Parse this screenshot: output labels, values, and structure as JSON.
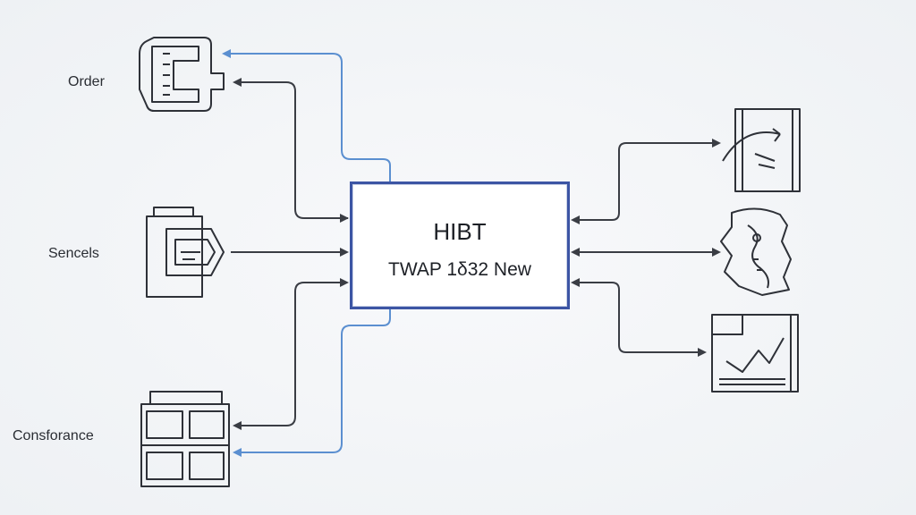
{
  "central_node": {
    "title": "HIBT",
    "subtitle": "TWAP 1δ32 New"
  },
  "left_nodes": [
    {
      "label": "Order",
      "icon": "order-document-icon"
    },
    {
      "label": "Sencels",
      "icon": "sencels-folder-icon"
    },
    {
      "label": "Consforance",
      "icon": "consforance-grid-icon"
    }
  ],
  "right_nodes": [
    {
      "icon": "book-gauge-icon"
    },
    {
      "icon": "map-icon"
    },
    {
      "icon": "chart-document-icon"
    }
  ],
  "colors": {
    "box_border": "#3c55a4",
    "connector_blue": "#5b8fd0",
    "connector_dark": "#3a3d44",
    "icon_stroke": "#2e3138"
  }
}
